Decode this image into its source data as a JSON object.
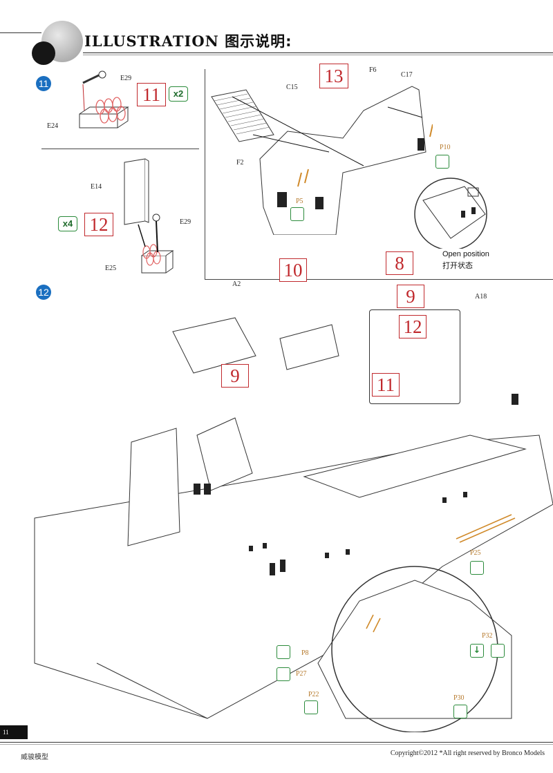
{
  "header": {
    "title": "ILLUSTRATION",
    "title_cn": "图示说明:"
  },
  "steps": {
    "s11_circle": "11",
    "s12_circle": "12",
    "box11": "11",
    "box12": "12",
    "box13": "13",
    "box8": "8",
    "box9a": "9",
    "box9b": "9",
    "box10": "10",
    "box12b": "12",
    "box11b": "11",
    "qty_x2": "x2",
    "qty_x4": "x4"
  },
  "labels": {
    "E29a": "E29",
    "E24": "E24",
    "E14": "E14",
    "E29b": "E29",
    "E25": "E25",
    "C15": "C15",
    "F6": "F6",
    "C17": "C17",
    "F2": "F2",
    "A2": "A2",
    "A18": "A18"
  },
  "pe_labels": {
    "P10": "P10",
    "P5": "P5",
    "P25": "P25",
    "P8": "P8",
    "P27": "P27",
    "P22": "P22",
    "P30": "P30",
    "P32": "P32"
  },
  "callout": {
    "open_en": "Open position",
    "open_cn": "打开状态"
  },
  "footer": {
    "page": "11",
    "brand_cn": "威骏模型",
    "copyright": "Copyright©2012 *All right reserved by Bronco Models"
  },
  "colors": {
    "step_red": "#c0282c",
    "circle_blue": "#1a6fc0",
    "glue_green": "#2a8a3a",
    "pe_orange": "#b5782a"
  }
}
